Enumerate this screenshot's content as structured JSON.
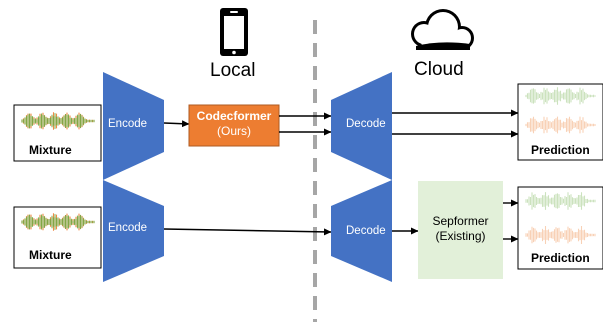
{
  "sections": {
    "local_title": "Local",
    "cloud_title": "Cloud"
  },
  "icons": {
    "device": "smartphone-icon",
    "cloud": "cloud-icon"
  },
  "pipeline_top": {
    "input_label": "Mixture",
    "encoder_label": "Encode",
    "model_name": "Codecformer",
    "model_note": "(Ours)",
    "decoder_label": "Decode",
    "output_label": "Prediction"
  },
  "pipeline_bottom": {
    "input_label": "Mixture",
    "encoder_label": "Encode",
    "decoder_label": "Decode",
    "model_name": "Sepformer",
    "model_note": "(Existing)",
    "output_label": "Prediction"
  },
  "colors": {
    "encoder_decoder": "#4472C4",
    "codecformer_box": "#ED7D31",
    "sepformer_box": "#E2F0D9",
    "waveform_green": "#70AD47",
    "waveform_orange": "#ED7D31",
    "divider": "#A6A6A6"
  }
}
